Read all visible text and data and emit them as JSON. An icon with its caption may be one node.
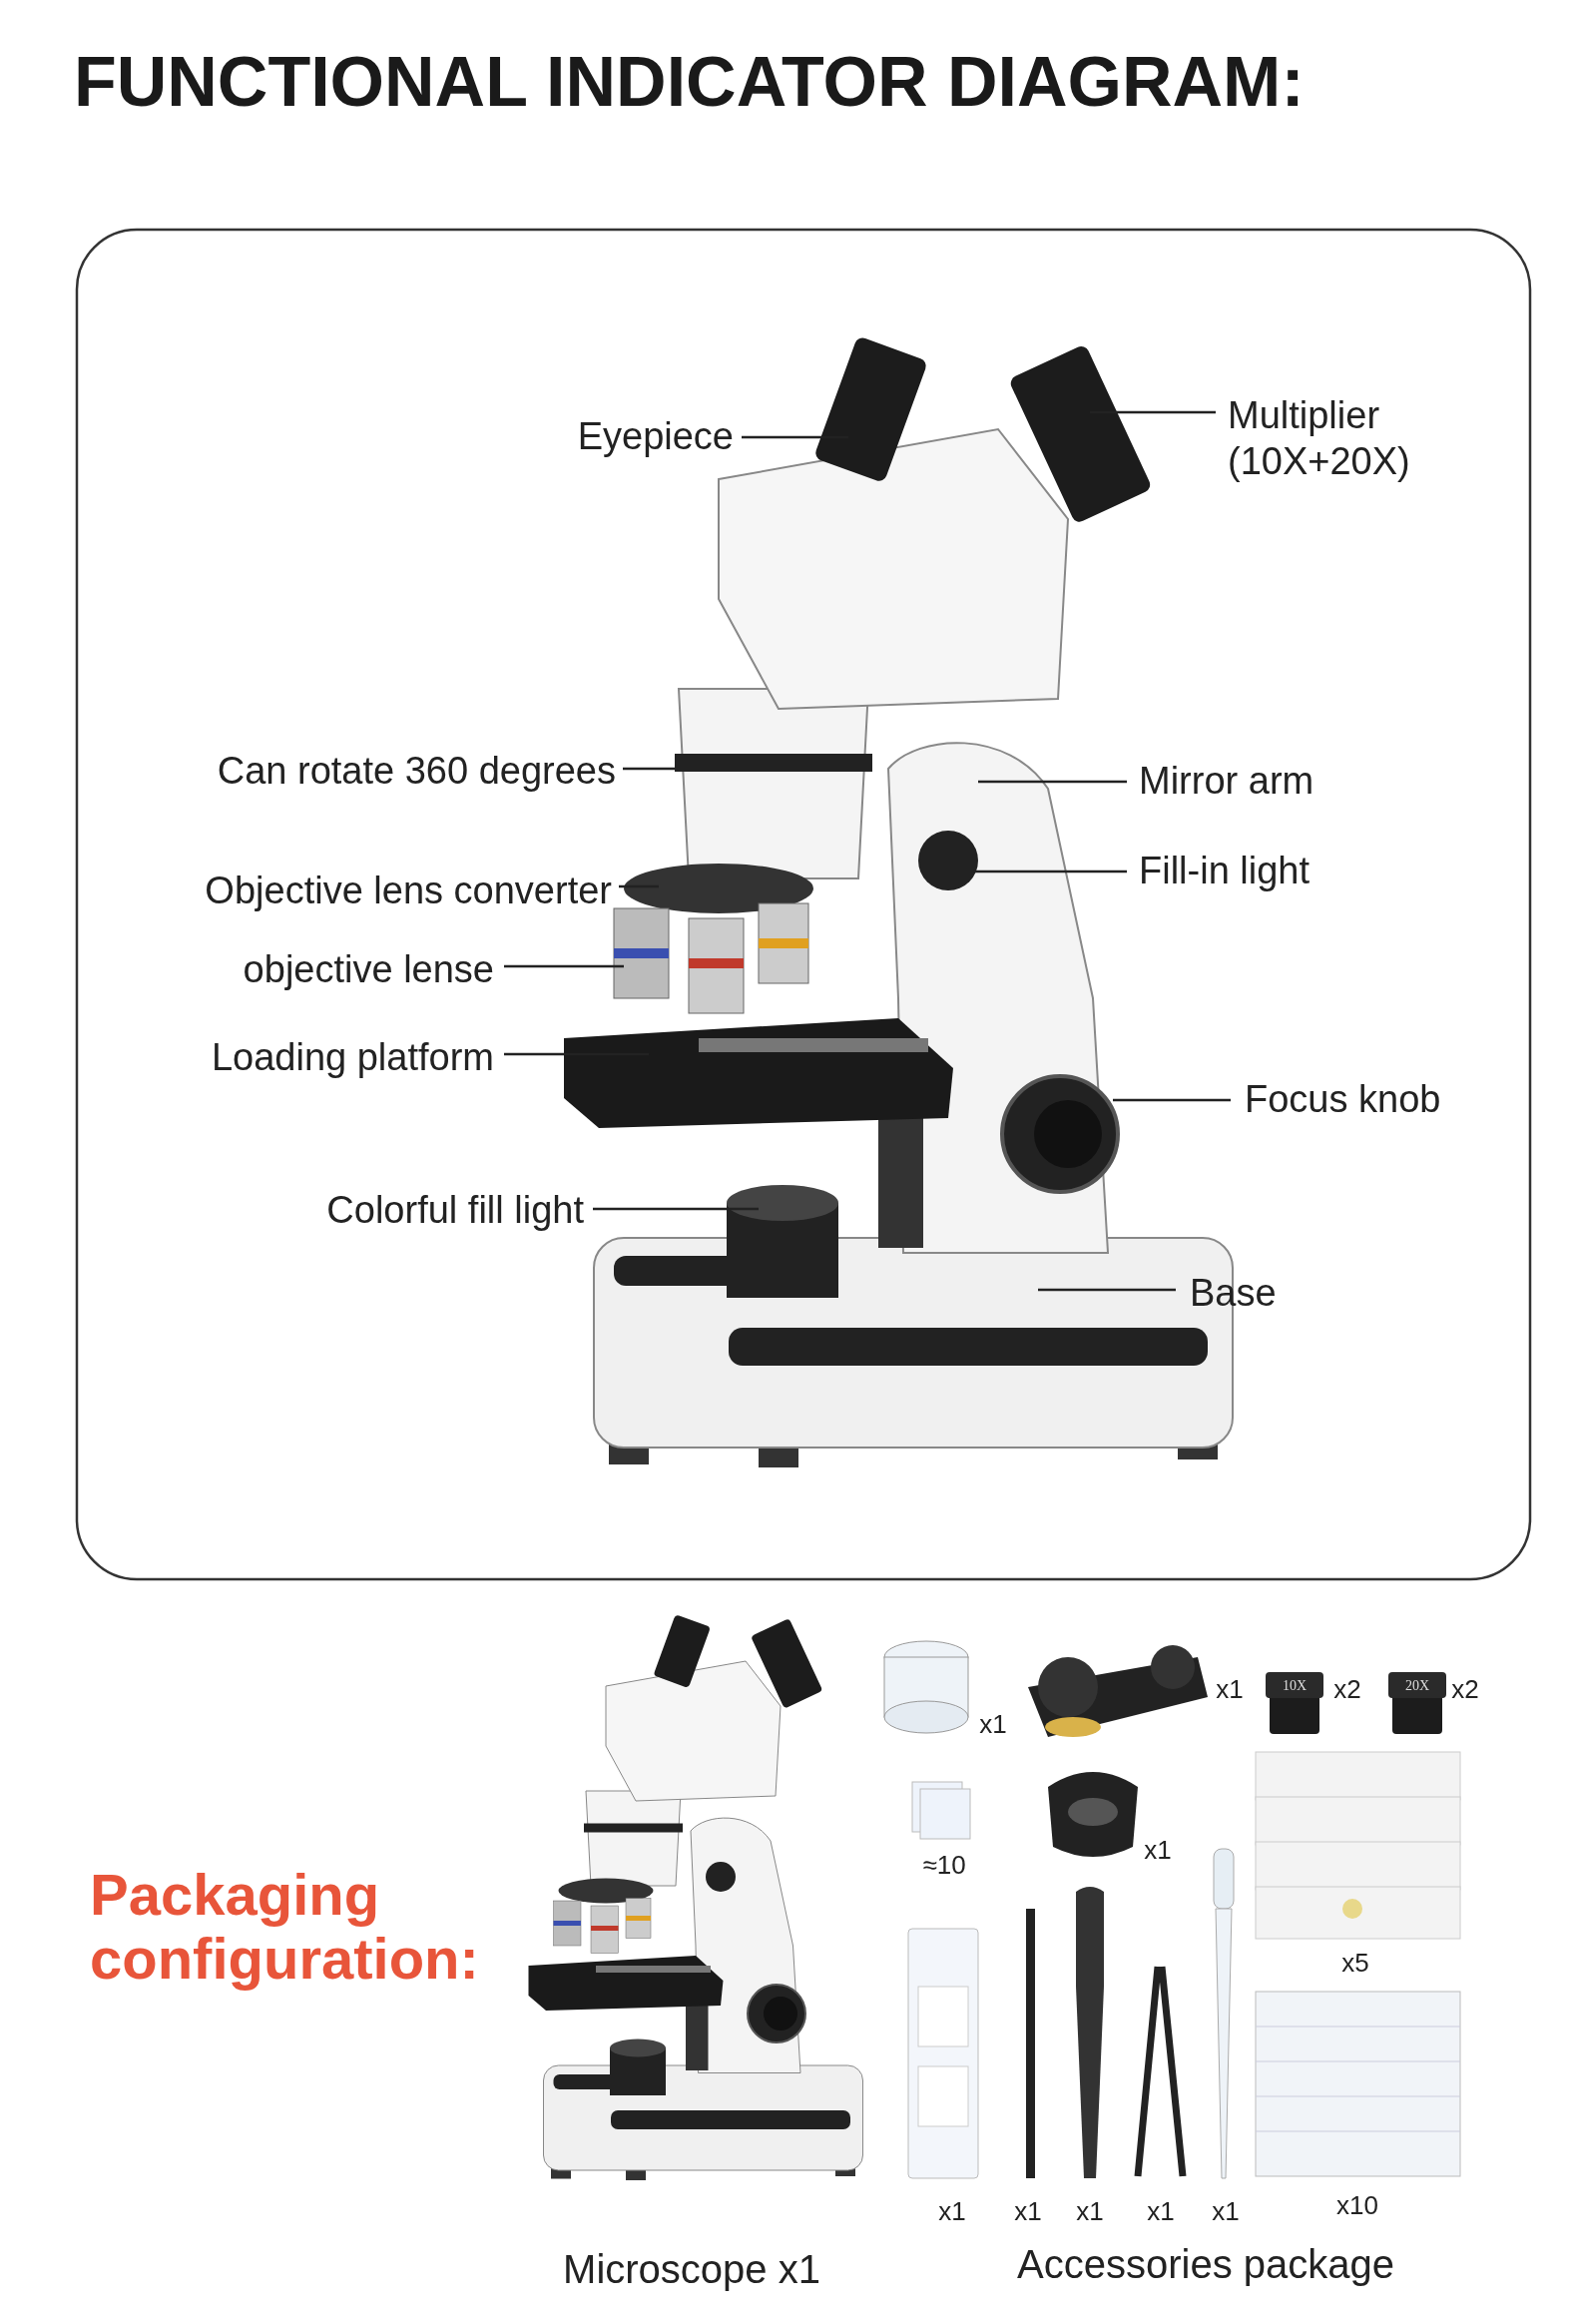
{
  "diagram": {
    "title": "FUNCTIONAL INDICATOR DIAGRAM:",
    "nodes": [
      {
        "text": [
          "Eyepiece"
        ]
      },
      {
        "text": [
          "Multiplier (10X+20X)"
        ]
      },
      {
        "text": [
          "Can rotate 360 degrees"
        ]
      },
      {
        "text": [
          "Mirror arm"
        ]
      },
      {
        "text": [
          "Fill-in light"
        ]
      },
      {
        "text": [
          "Objective lens converter"
        ]
      },
      {
        "text": [
          "objective lense"
        ]
      },
      {
        "text": [
          "Loading platform"
        ]
      },
      {
        "text": [
          "Focus knob"
        ]
      },
      {
        "text": [
          "Colorful fill light"
        ]
      },
      {
        "text": [
          "Base"
        ]
      }
    ],
    "edges": [
      {
        "from": 0,
        "to": null,
        "arrow": "none"
      },
      {
        "from": 1,
        "to": null,
        "arrow": "none"
      },
      {
        "from": 2,
        "to": null,
        "arrow": "none"
      },
      {
        "from": 3,
        "to": null,
        "arrow": "none"
      },
      {
        "from": 4,
        "to": null,
        "arrow": "none"
      },
      {
        "from": 5,
        "to": null,
        "arrow": "none"
      },
      {
        "from": 6,
        "to": null,
        "arrow": "none"
      },
      {
        "from": 7,
        "to": null,
        "arrow": "none"
      },
      {
        "from": 8,
        "to": null,
        "arrow": "none"
      },
      {
        "from": 9,
        "to": null,
        "arrow": "none"
      },
      {
        "from": 10,
        "to": null,
        "arrow": "none"
      }
    ],
    "labels": [
      "Packaging configuration:",
      "x1",
      "x1",
      "10X",
      "x2",
      "20X",
      "x2",
      "≈10",
      "x1",
      "x5",
      "x1",
      "x1",
      "x1",
      "x1",
      "x1",
      "x10",
      "Microscope x1",
      "Accessories package"
    ]
  }
}
